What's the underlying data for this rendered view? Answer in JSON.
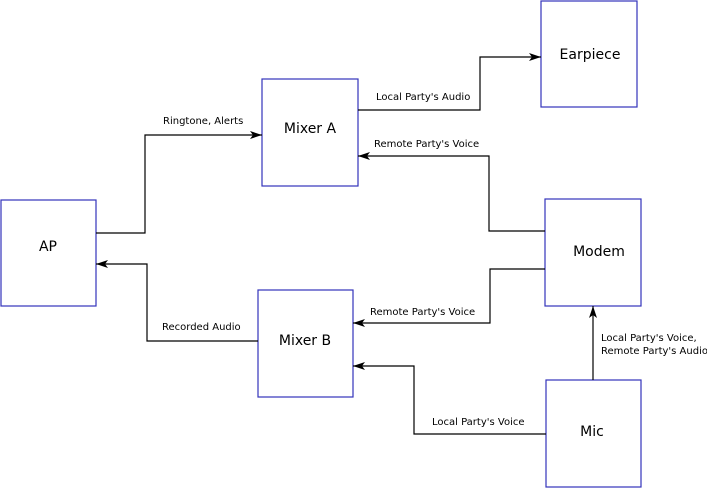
{
  "nodes": {
    "ap": "AP",
    "mixer_a": "Mixer A",
    "mixer_b": "Mixer B",
    "earpiece": "Earpiece",
    "modem": "Modem",
    "mic": "Mic"
  },
  "edges": {
    "ringtone_alerts": "Ringtone, Alerts",
    "local_party_audio": "Local Party's Audio",
    "remote_voice_to_mixer_a": "Remote Party's Voice",
    "remote_voice_to_mixer_b": "Remote Party's Voice",
    "recorded_audio": "Recorded Audio",
    "local_voice": "Local Party's Voice",
    "mic_to_modem_line1": "Local Party's Voice,",
    "mic_to_modem_line2": "Remote Party's Audio"
  },
  "colors": {
    "box_border": "#3333bb",
    "line": "#000000"
  }
}
